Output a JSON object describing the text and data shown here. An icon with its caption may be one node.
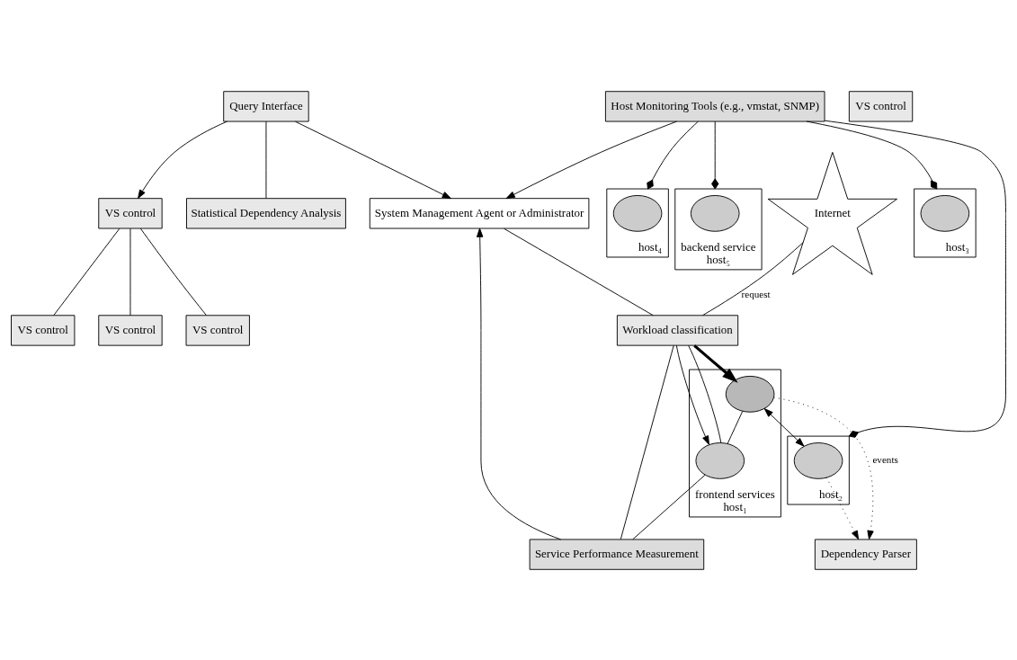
{
  "diagram": {
    "nodes": [
      {
        "text": [
          "Query Interface"
        ]
      },
      {
        "text": [
          "Statistical Dependency Analysis"
        ]
      },
      {
        "text": [
          "Dependency Parser"
        ]
      },
      {
        "text": [
          "Host Monitoring Tools (e.g., vmstat, SNMP)"
        ]
      },
      {
        "text": [
          "System Management Agent or Administrator"
        ]
      },
      {
        "text": [
          "VS control"
        ]
      },
      {
        "text": [
          "Internet"
        ]
      },
      {
        "text": [
          "Workload classification"
        ]
      },
      {
        "text": [
          "frontend services",
          "host₁"
        ]
      },
      {
        "text": [],
        "shape": "circle",
        "in": 8
      },
      {
        "text": [],
        "shape": "circle",
        "in": 8
      },
      {
        "text": [
          "Service Performance Measurement"
        ]
      },
      {
        "text": [
          "host₂"
        ]
      },
      {
        "text": [],
        "shape": "circle",
        "in": 12
      },
      {
        "text": [
          "VS control"
        ]
      },
      {
        "text": [
          "host₃"
        ]
      },
      {
        "text": [],
        "shape": "circle",
        "in": 15
      },
      {
        "text": [
          "VS control"
        ]
      },
      {
        "text": [
          "host₄"
        ]
      },
      {
        "text": [],
        "shape": "circle",
        "in": 18
      },
      {
        "text": [
          "VS control"
        ]
      },
      {
        "text": [
          "backend service",
          "host₅"
        ]
      },
      {
        "text": [],
        "shape": "circle",
        "in": 21
      },
      {
        "text": [
          "VS control"
        ]
      }
    ],
    "edges": [
      {
        "from": 3,
        "to": 4,
        "arrow": "to"
      },
      {
        "from": 0,
        "to": 1,
        "arrow": "none"
      },
      {
        "from": 0,
        "to": 4,
        "arrow": "to"
      },
      {
        "from": 0,
        "to": 5,
        "arrow": "to"
      },
      {
        "from": 9,
        "to": 2,
        "arrow": "to",
        "label": "events",
        "style": "dashed"
      },
      {
        "from": 13,
        "to": 2,
        "arrow": "to",
        "style": "dashed"
      },
      {
        "from": 9,
        "to": 13,
        "arrow": "both"
      },
      {
        "from": 6,
        "to": 7,
        "arrow": "none",
        "label": "request"
      },
      {
        "from": 7,
        "to": 9,
        "arrow": "to",
        "style": "thick"
      },
      {
        "from": 7,
        "to": 10,
        "arrow": "to"
      },
      {
        "from": 7,
        "to": 10,
        "arrow": "none"
      },
      {
        "from": 9,
        "to": 10,
        "arrow": "none"
      },
      {
        "from": 7,
        "to": 11,
        "arrow": "none"
      },
      {
        "from": 10,
        "to": 11,
        "arrow": "none"
      },
      {
        "from": 4,
        "to": 7,
        "arrow": "none"
      },
      {
        "from": 11,
        "to": 4,
        "arrow": "to"
      },
      {
        "from": 5,
        "to": 14,
        "arrow": "none"
      },
      {
        "from": 5,
        "to": 17,
        "arrow": "none"
      },
      {
        "from": 5,
        "to": 20,
        "arrow": "none"
      },
      {
        "from": 3,
        "to": 12,
        "arrow": "other"
      },
      {
        "from": 3,
        "to": 15,
        "arrow": "other"
      },
      {
        "from": 3,
        "to": 18,
        "arrow": "other"
      },
      {
        "from": 3,
        "to": 21,
        "arrow": "other"
      }
    ]
  }
}
